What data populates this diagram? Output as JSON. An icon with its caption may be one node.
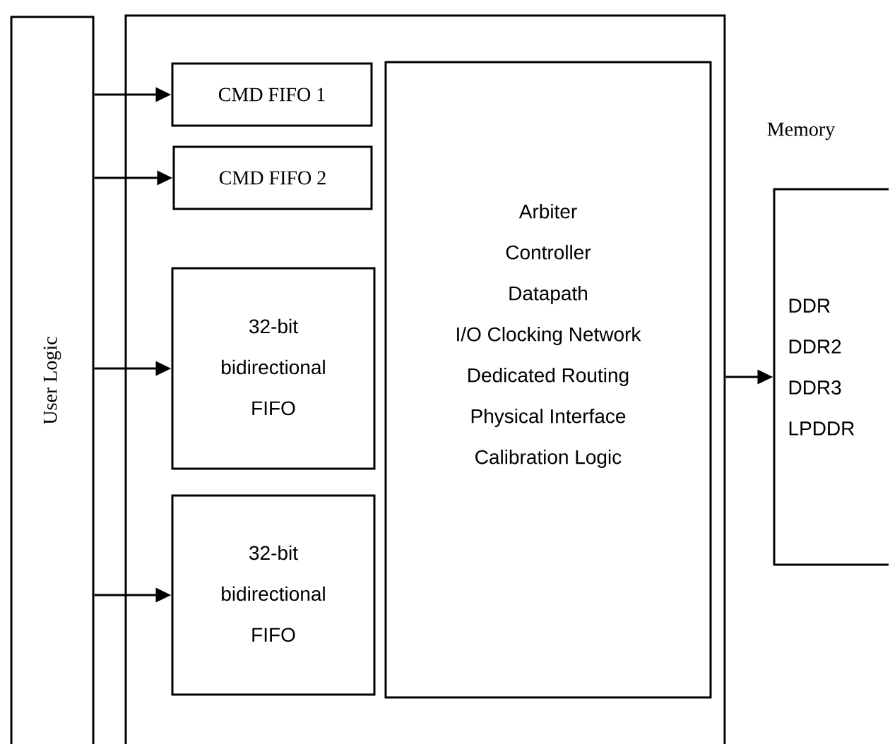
{
  "diagram": {
    "nodes": [
      {
        "text": [
          "User Logic"
        ]
      },
      {
        "text": [],
        "shape": "box"
      },
      {
        "text": [
          "CMD FIFO 1"
        ],
        "in": 1
      },
      {
        "text": [
          "CMD FIFO 2"
        ],
        "in": 1
      },
      {
        "text": [
          "32-bit bidirectional FIFO"
        ],
        "in": 1
      },
      {
        "text": [
          "32-bit bidirectional FIFO"
        ],
        "in": 1
      },
      {
        "text": [
          "Arbiter",
          "Controller",
          "Datapath",
          "I/O Clocking Network",
          "Dedicated Routing",
          "Physical Interface",
          "Calibration Logic"
        ],
        "in": 1
      },
      {
        "text": [
          "Memory",
          "DDR",
          "DDR2",
          "DDR3",
          "LPDDR"
        ]
      }
    ],
    "edges": [
      {
        "from": 0,
        "to": 2,
        "arrow": "to"
      },
      {
        "from": 0,
        "to": 3,
        "arrow": "to"
      },
      {
        "from": 0,
        "to": 4,
        "arrow": "to"
      },
      {
        "from": 0,
        "to": 5,
        "arrow": "to"
      },
      {
        "from": 1,
        "to": 7,
        "arrow": "to"
      }
    ]
  }
}
